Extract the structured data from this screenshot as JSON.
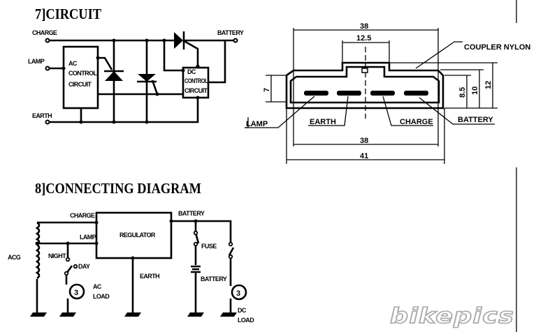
{
  "circuit": {
    "title": "7]CIRCUIT",
    "terminals": {
      "charge": "CHARGE",
      "lamp": "LAMP",
      "earth": "EARTH",
      "battery": "BATTERY"
    },
    "ac_box": [
      "AC",
      "CONTROL",
      "CIRCUIT"
    ],
    "dc_box": [
      "DC",
      "CONTROL",
      "CIRCUIT"
    ]
  },
  "connector": {
    "dims": {
      "top_width": "38",
      "key_width": "12.5",
      "left_height": "7",
      "h1": "8.5",
      "h2": "10",
      "h3": "12",
      "bottom_inner": "38",
      "bottom_outer": "41"
    },
    "material": "COUPLER NYLON",
    "pins": {
      "lamp": "LAMP",
      "earth": "EARTH",
      "charge": "CHARGE",
      "battery": "BATTERY"
    }
  },
  "connecting": {
    "title": "8]CONNECTING  DIAGRAM",
    "regulator": "REGULATOR",
    "labels": {
      "charge": "CHARGE",
      "lamp": "LAMP",
      "battery": "BATTERY",
      "acg": "ACG",
      "night": "NIGHT",
      "day": "DAY",
      "ac_load": [
        "AC",
        "LOAD"
      ],
      "earth": "EARTH",
      "fuse": "FUSE",
      "battery_cell": "BATTERY",
      "dc_load": [
        "DC",
        "LOAD"
      ]
    },
    "lamp_symbol": "3"
  },
  "watermark": "bikepics"
}
